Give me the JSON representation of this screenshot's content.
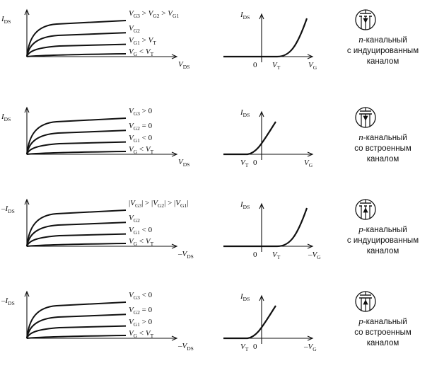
{
  "rows": [
    {
      "output": {
        "y_label": {
          "sign": "",
          "main": "I",
          "sub": "DS"
        },
        "x_label": {
          "sign": "",
          "main": "V",
          "sub": "DS"
        },
        "curve_labels": [
          [
            {
              "t": "V",
              "i": true
            },
            {
              "t": "G3",
              "s": true
            },
            {
              "t": " > "
            },
            {
              "t": "V",
              "i": true
            },
            {
              "t": "G2",
              "s": true
            },
            {
              "t": " > "
            },
            {
              "t": "V",
              "i": true
            },
            {
              "t": "G1",
              "s": true
            }
          ],
          [
            {
              "t": "V",
              "i": true
            },
            {
              "t": "G2",
              "s": true
            }
          ],
          [
            {
              "t": "V",
              "i": true
            },
            {
              "t": "G1",
              "s": true
            },
            {
              "t": " > "
            },
            {
              "t": "V",
              "i": true
            },
            {
              "t": "T",
              "s": true
            }
          ],
          [
            {
              "t": "V",
              "i": true
            },
            {
              "t": "G",
              "s": true
            },
            {
              "t": " < "
            },
            {
              "t": "V",
              "i": true
            },
            {
              "t": "T",
              "s": true
            }
          ]
        ]
      },
      "transfer": {
        "type": "induced",
        "y_label": {
          "sign": "",
          "main": "I",
          "sub": "DS"
        },
        "x_label": {
          "sign": "",
          "main": "V",
          "sub": "G"
        },
        "zero": "0",
        "vt": {
          "main": "V",
          "sub": "T"
        }
      },
      "device": {
        "type_letter": "n",
        "type_rest": "-канальный",
        "line2": "с индуцированным",
        "line3": "каналом"
      }
    },
    {
      "output": {
        "y_label": {
          "sign": "",
          "main": "I",
          "sub": "DS"
        },
        "x_label": {
          "sign": "",
          "main": "V",
          "sub": "DS"
        },
        "curve_labels": [
          [
            {
              "t": "V",
              "i": true
            },
            {
              "t": "G3",
              "s": true
            },
            {
              "t": " > 0"
            }
          ],
          [
            {
              "t": "V",
              "i": true
            },
            {
              "t": "G2",
              "s": true
            },
            {
              "t": " = 0"
            }
          ],
          [
            {
              "t": "V",
              "i": true
            },
            {
              "t": "G1",
              "s": true
            },
            {
              "t": " < 0"
            }
          ],
          [
            {
              "t": "V",
              "i": true
            },
            {
              "t": "G",
              "s": true
            },
            {
              "t": " < "
            },
            {
              "t": "V",
              "i": true
            },
            {
              "t": "T",
              "s": true
            }
          ]
        ]
      },
      "transfer": {
        "type": "built-in",
        "y_label": {
          "sign": "",
          "main": "I",
          "sub": "DS"
        },
        "x_label": {
          "sign": "",
          "main": "V",
          "sub": "G"
        },
        "zero": "0",
        "vt": {
          "main": "V",
          "sub": "T"
        }
      },
      "device": {
        "type_letter": "n",
        "type_rest": "-канальный",
        "line2": "со встроенным",
        "line3": "каналом"
      }
    },
    {
      "output": {
        "y_label": {
          "sign": "–",
          "main": "I",
          "sub": "DS"
        },
        "x_label": {
          "sign": "–",
          "main": "V",
          "sub": "DS"
        },
        "curve_labels": [
          [
            {
              "t": "|"
            },
            {
              "t": "V",
              "i": true
            },
            {
              "t": "G3",
              "s": true
            },
            {
              "t": "| > |"
            },
            {
              "t": "V",
              "i": true
            },
            {
              "t": "G2",
              "s": true
            },
            {
              "t": "| > |"
            },
            {
              "t": "V",
              "i": true
            },
            {
              "t": "G1",
              "s": true
            },
            {
              "t": "|"
            }
          ],
          [
            {
              "t": "V",
              "i": true
            },
            {
              "t": "G2",
              "s": true
            }
          ],
          [
            {
              "t": "V",
              "i": true
            },
            {
              "t": "G1",
              "s": true
            },
            {
              "t": " < 0"
            }
          ],
          [
            {
              "t": "V",
              "i": true
            },
            {
              "t": "G",
              "s": true
            },
            {
              "t": " < "
            },
            {
              "t": "V",
              "i": true
            },
            {
              "t": "T",
              "s": true
            }
          ]
        ]
      },
      "transfer": {
        "type": "induced",
        "y_label": {
          "sign": "",
          "main": "I",
          "sub": "DS"
        },
        "x_label": {
          "sign": "–",
          "main": "V",
          "sub": "G"
        },
        "zero": "0",
        "vt": {
          "main": "V",
          "sub": "T"
        }
      },
      "device": {
        "type_letter": "p",
        "type_rest": "-канальный",
        "line2": "с индуцированным",
        "line3": "каналом"
      }
    },
    {
      "output": {
        "y_label": {
          "sign": "–",
          "main": "I",
          "sub": "DS"
        },
        "x_label": {
          "sign": "–",
          "main": "V",
          "sub": "DS"
        },
        "curve_labels": [
          [
            {
              "t": "V",
              "i": true
            },
            {
              "t": "G3",
              "s": true
            },
            {
              "t": " < 0"
            }
          ],
          [
            {
              "t": "V",
              "i": true
            },
            {
              "t": "G2",
              "s": true
            },
            {
              "t": " = 0"
            }
          ],
          [
            {
              "t": "V",
              "i": true
            },
            {
              "t": "G1",
              "s": true
            },
            {
              "t": " > 0"
            }
          ],
          [
            {
              "t": "V",
              "i": true
            },
            {
              "t": "G",
              "s": true
            },
            {
              "t": " < "
            },
            {
              "t": "V",
              "i": true
            },
            {
              "t": "T",
              "s": true
            }
          ]
        ]
      },
      "transfer": {
        "type": "built-in",
        "y_label": {
          "sign": "",
          "main": "I",
          "sub": "DS"
        },
        "x_label": {
          "sign": "–",
          "main": "V",
          "sub": "G"
        },
        "zero": "0",
        "vt": {
          "main": "V",
          "sub": "T"
        }
      },
      "device": {
        "type_letter": "p",
        "type_rest": "-канальный",
        "line2": "со встроенным",
        "line3": "каналом"
      }
    }
  ]
}
